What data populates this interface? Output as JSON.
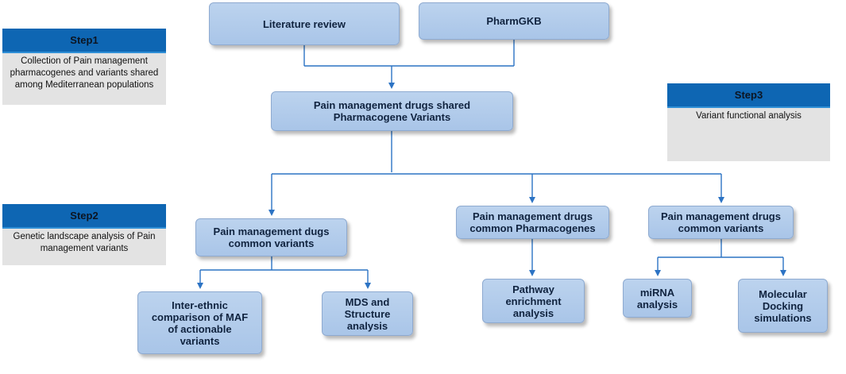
{
  "steps": {
    "step1": {
      "label": "Step1",
      "description": "Collection of Pain management\npharmacogenes and variants shared\namong Mediterranean populations"
    },
    "step2": {
      "label": "Step2",
      "description": "Genetic landscape analysis of Pain\nmanagement variants"
    },
    "step3": {
      "label": "Step3",
      "description": "Variant functional analysis"
    }
  },
  "nodes": {
    "literature_review": "Literature review",
    "pharmgkb": "PharmGKB",
    "shared_variants": "Pain management drugs shared\nPharmacogene Variants",
    "common_variants_left": "Pain management dugs\ncommon variants",
    "common_pharmacogenes": "Pain management drugs\ncommon Pharmacogenes",
    "common_variants_right": "Pain management drugs\ncommon variants",
    "inter_ethnic": "Inter-ethnic\ncomparison of MAF\nof  actionable\nvariants",
    "mds_structure": "MDS and\nStructure\nanalysis",
    "pathway": "Pathway\nenrichment\nanalysis",
    "mirna": "miRNA\nanalysis",
    "docking": "Molecular\nDocking\nsimulations"
  },
  "colors": {
    "node_fill": "#b3cdeb",
    "step_header": "#0e66b3",
    "step_body": "#e3e3e3",
    "connector": "#2c73c4"
  }
}
